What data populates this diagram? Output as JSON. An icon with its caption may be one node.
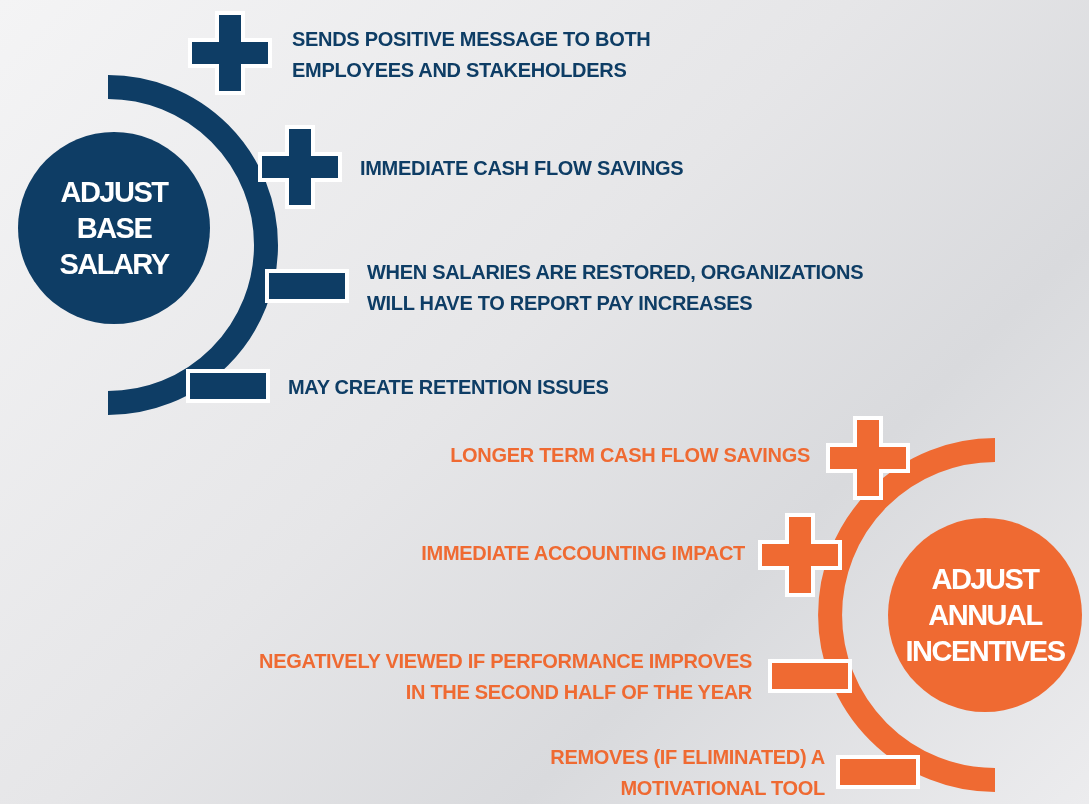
{
  "diagram": {
    "nodes": [
      {
        "text": [
          "ADJUST BASE SALARY"
        ]
      },
      {
        "text": [
          "ADJUST ANNUAL INCENTIVES"
        ]
      }
    ],
    "labels": [
      "SENDS POSITIVE MESSAGE TO BOTH EMPLOYEES AND STAKEHOLDERS",
      "IMMEDIATE CASH FLOW SAVINGS",
      "WHEN SALARIES ARE RESTORED, ORGANIZATIONS WILL HAVE TO REPORT PAY INCREASES",
      "MAY CREATE RETENTION ISSUES",
      "LONGER TERM CASH FLOW SAVINGS",
      "IMMEDIATE ACCOUNTING IMPACT",
      "NEGATIVELY VIEWED IF PERFORMANCE IMPROVES IN THE SECOND HALF OF THE YEAR",
      "REMOVES (IF ELIMINATED) A MOTIVATIONAL TOOL"
    ]
  }
}
